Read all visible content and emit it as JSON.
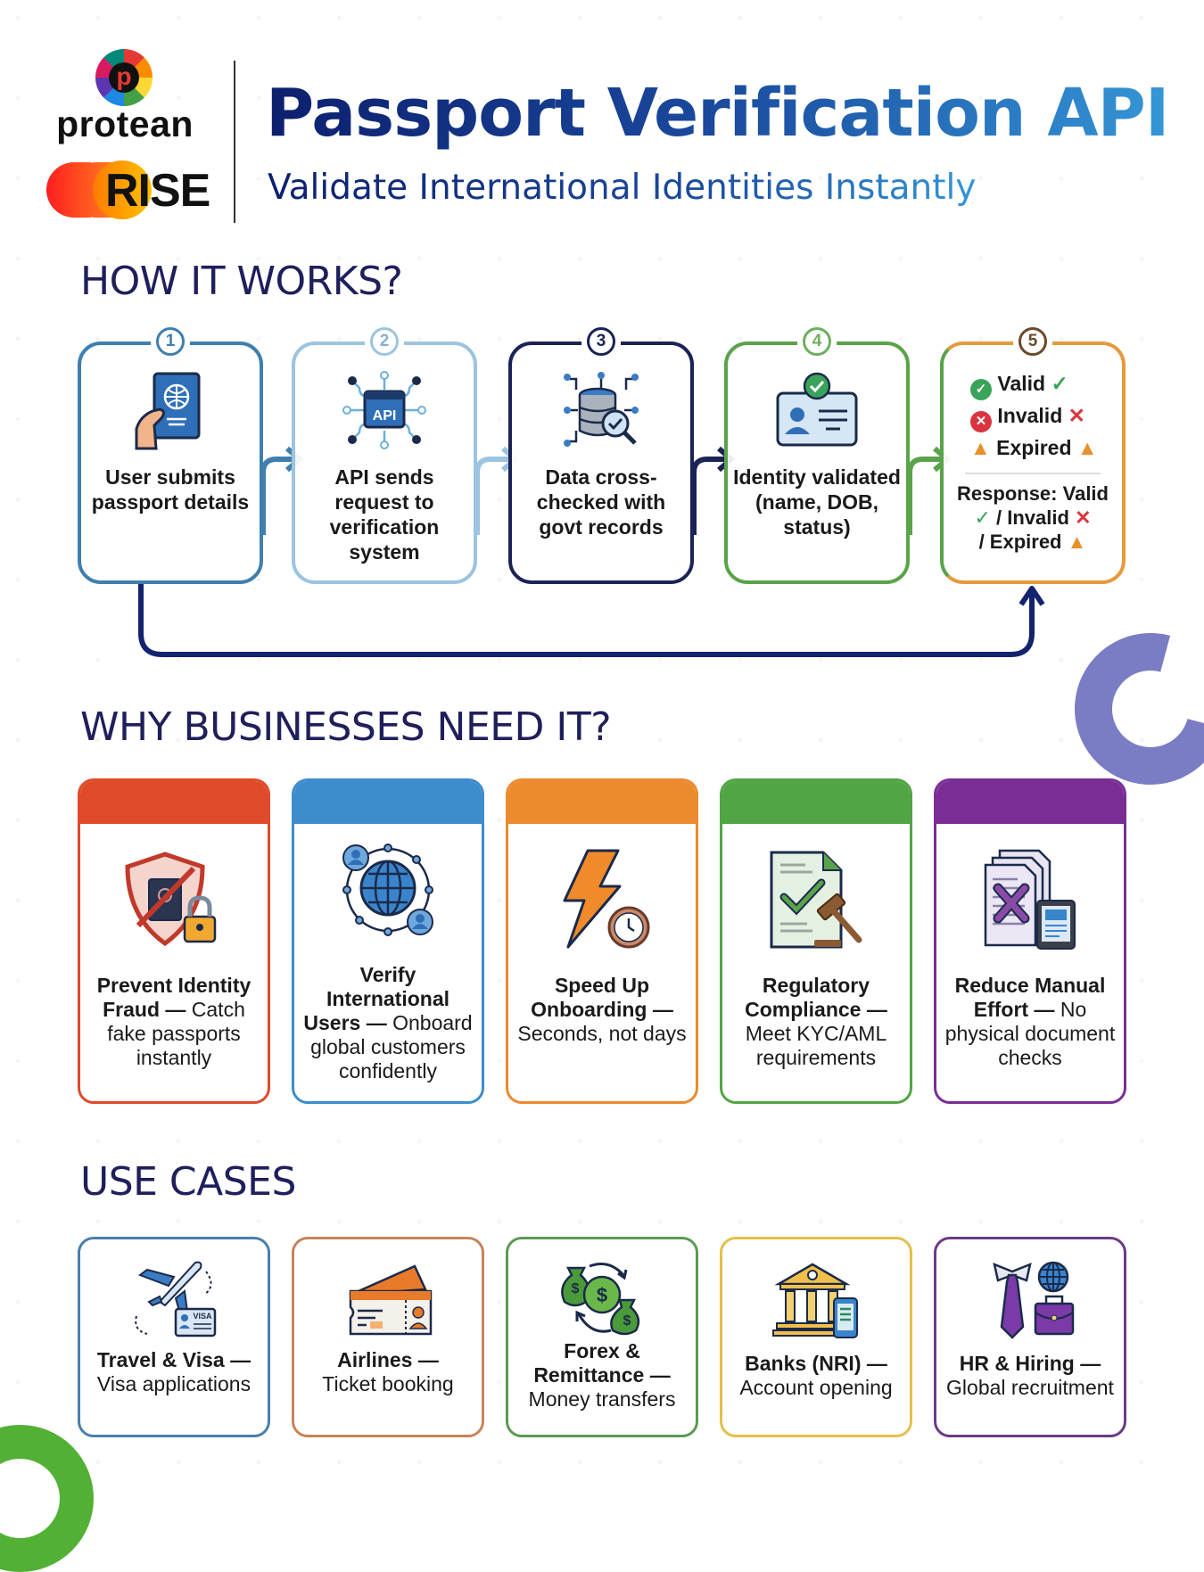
{
  "header": {
    "logo_protean_mark": "p",
    "logo_protean_text": "protean",
    "logo_rise_text": "RISE",
    "title": "Passport Verification API",
    "subtitle": "Validate International Identities Instantly"
  },
  "how_it_works": {
    "heading": "HOW IT WORKS?",
    "steps": [
      {
        "number": "1",
        "text": "User submits passport details",
        "icon": "hand-passport-icon",
        "color": "#3e7fb0"
      },
      {
        "number": "2",
        "text": "API sends request to verification system",
        "icon": "api-network-icon",
        "color": "#8ab8d8"
      },
      {
        "number": "3",
        "text": "Data cross-checked with govt records",
        "icon": "database-search-icon",
        "color": "#1b2356"
      },
      {
        "number": "4",
        "text": "Identity validated (name, DOB, status)",
        "icon": "id-card-check-icon",
        "color": "#5aa34a"
      },
      {
        "number": "5",
        "icon": "status-icon",
        "color": "#e59a3c",
        "statuses": [
          {
            "label": "Valid",
            "icon": "check-circle-icon",
            "color": "#3aa35a"
          },
          {
            "label": "Invalid",
            "icon": "x-circle-icon",
            "color": "#d9343f"
          },
          {
            "label": "Expired",
            "icon": "warning-triangle-icon",
            "color": "#e8902a"
          }
        ],
        "response_label": "Response:",
        "response_valid": "Valid",
        "response_invalid": "/ Invalid",
        "response_expired": "/ Expired"
      }
    ],
    "loop_color": "#13236e"
  },
  "why_businesses": {
    "heading": "WHY BUSINESSES NEED IT?",
    "cards": [
      {
        "title": "Prevent Identity Fraud",
        "desc": "Catch fake passports instantly",
        "icon": "shield-lock-icon",
        "color": "#df4a2a"
      },
      {
        "title": "Verify International Users",
        "desc": "Onboard global customers confidently",
        "icon": "globe-users-icon",
        "color": "#3d8ccc"
      },
      {
        "title": "Speed Up Onboarding",
        "desc": "Seconds, not days",
        "icon": "lightning-clock-icon",
        "color": "#ec8a2e"
      },
      {
        "title": "Regulatory Compliance",
        "desc": "Meet KYC/AML requirements",
        "icon": "document-gavel-icon",
        "color": "#52a545"
      },
      {
        "title": "Reduce Manual Effort",
        "desc": "No physical document checks",
        "icon": "documents-tablet-icon",
        "color": "#7a2e95"
      }
    ]
  },
  "use_cases": {
    "heading": "USE CASES",
    "cards": [
      {
        "title": "Travel & Visa",
        "desc": "Visa applications",
        "icon": "plane-visa-icon",
        "color": "#4a7fab"
      },
      {
        "title": "Airlines",
        "desc": "Ticket booking",
        "icon": "ticket-icon",
        "color": "#c9835a"
      },
      {
        "title": "Forex & Remittance",
        "desc": "Money transfers",
        "icon": "money-bags-icon",
        "color": "#5a9a52"
      },
      {
        "title": "Banks (NRI)",
        "desc": "Account opening",
        "icon": "bank-phone-icon",
        "color": "#e3c04a"
      },
      {
        "title": "HR & Hiring",
        "desc": "Global recruitment",
        "icon": "tie-briefcase-icon",
        "color": "#6b3a86"
      }
    ]
  },
  "separator": "—"
}
